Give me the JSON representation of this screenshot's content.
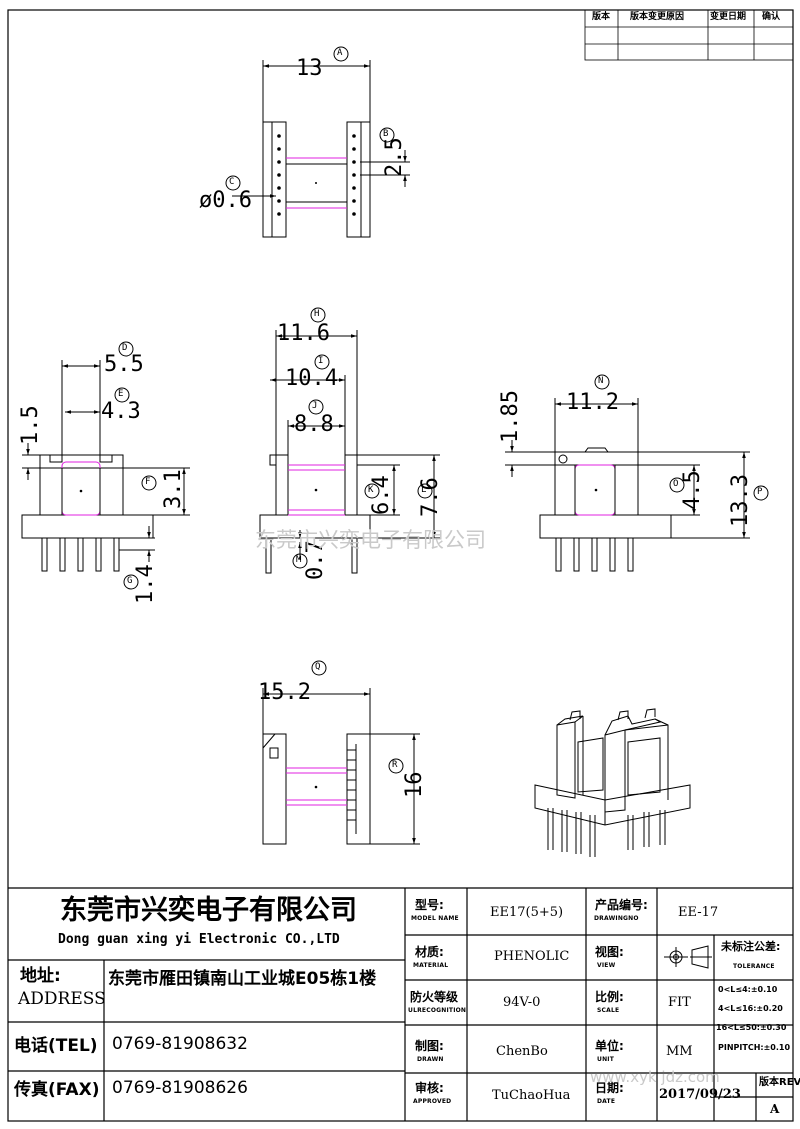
{
  "revision_table": {
    "headers": [
      "版本",
      "版本变更原因",
      "变更日期",
      "确认"
    ]
  },
  "dimensions": {
    "A": {
      "letter": "A",
      "value": "13"
    },
    "B": {
      "letter": "B",
      "value": "2.5"
    },
    "C": {
      "letter": "C",
      "value": "ø0.6"
    },
    "D": {
      "letter": "D",
      "value": "5.5"
    },
    "E": {
      "letter": "E",
      "value": "4.3"
    },
    "F": {
      "letter": "F",
      "value": "3.1"
    },
    "G": {
      "letter": "G",
      "value": "1.4"
    },
    "side_left": {
      "value": "1.5"
    },
    "H": {
      "letter": "H",
      "value": "11.6"
    },
    "I": {
      "letter": "I",
      "value": "10.4"
    },
    "J": {
      "letter": "J",
      "value": "8.8"
    },
    "K": {
      "letter": "K",
      "value": "6.4"
    },
    "L": {
      "letter": "L",
      "value": "7.6"
    },
    "M": {
      "letter": "M",
      "value": "0.7"
    },
    "N": {
      "letter": "N",
      "value": "11.2"
    },
    "side_right": {
      "value": "1.85"
    },
    "O": {
      "letter": "O",
      "value": "4.5"
    },
    "P": {
      "letter": "P",
      "value": "13.3"
    },
    "Q": {
      "letter": "Q",
      "value": "15.2"
    },
    "R": {
      "letter": "R",
      "value": "16"
    }
  },
  "watermark": {
    "center": "东莞市兴奕电子有限公司",
    "corner": "www.xyk jdz.com"
  },
  "title_block": {
    "company_cn": "东莞市兴奕电子有限公司",
    "company_en": "Dong guan xing yi Electronic CO.,LTD",
    "address_label": "地址:",
    "address_label_en": "ADDRESS",
    "address": "东莞市雁田镇南山工业城E05栋1楼",
    "tel_label": "电话(TEL)",
    "tel": "0769-81908632",
    "fax_label": "传真(FAX)",
    "fax": "0769-81908626",
    "model_label": "型号:",
    "model_label_en": "MODEL NAME",
    "model": "EE17(5+5)",
    "drawing_label": "产品编号:",
    "drawing_label_en": "DRAWINGNO",
    "drawing": "EE-17",
    "material_label": "材质:",
    "material_label_en": "MATERIAL",
    "material": "PHENOLIC",
    "view_label": "视图:",
    "view_label_en": "VIEW",
    "tolerance_label": "未标注公差:",
    "tolerance_label_en": "TOLERANCE",
    "tolerances": [
      "0<L≤4:±0.10",
      "4<L≤16:±0.20",
      "16<L≤50:±0.30",
      "PINPITCH:±0.10"
    ],
    "flame_label": "防火等级",
    "flame_label_en": "ULRECOGNITION",
    "flame": "94V-0",
    "scale_label": "比例:",
    "scale_label_en": "SCALE",
    "scale": "FIT",
    "drawn_label": "制图:",
    "drawn_label_en": "DRAWN",
    "drawn": "ChenBo",
    "unit_label": "单位:",
    "unit_label_en": "UNIT",
    "unit": "MM",
    "approved_label": "审核:",
    "approved_label_en": "APPROVED",
    "approved": "TuChaoHua",
    "date_label": "日期:",
    "date_label_en": "DATE",
    "date": "2017/09/23",
    "rev_label": "版本REV",
    "rev": "A"
  },
  "colors": {
    "line": "#000000",
    "accent": "#e020e0",
    "watermark": "#c9c9c9"
  }
}
